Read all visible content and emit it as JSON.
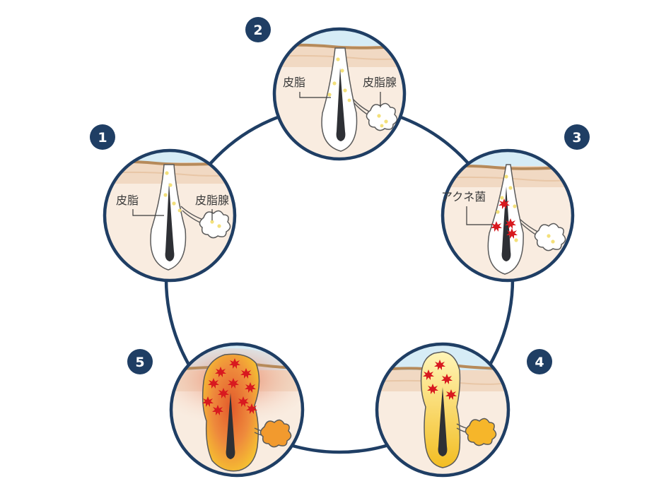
{
  "diagram": {
    "badges": [
      "1",
      "2",
      "3",
      "4",
      "5"
    ],
    "stage1": {
      "sebum_label": "皮脂",
      "gland_label": "皮脂腺"
    },
    "stage2": {
      "sebum_label": "皮脂",
      "gland_label": "皮脂腺"
    },
    "stage3": {
      "bacteria_label": "アクネ菌"
    }
  },
  "colors": {
    "ring": "#1f3e64",
    "badge": "#1f3e64",
    "sky": "#d6ecf6",
    "skin_surface": "#b68a5a",
    "epidermis": "#f1d9c3",
    "dermis": "#f9ece0",
    "sebum": "#f3e07a",
    "bacteria": "#d8191f",
    "inflamed_orange": "#ec8a3c",
    "inflamed_yellow": "#f6c431"
  }
}
